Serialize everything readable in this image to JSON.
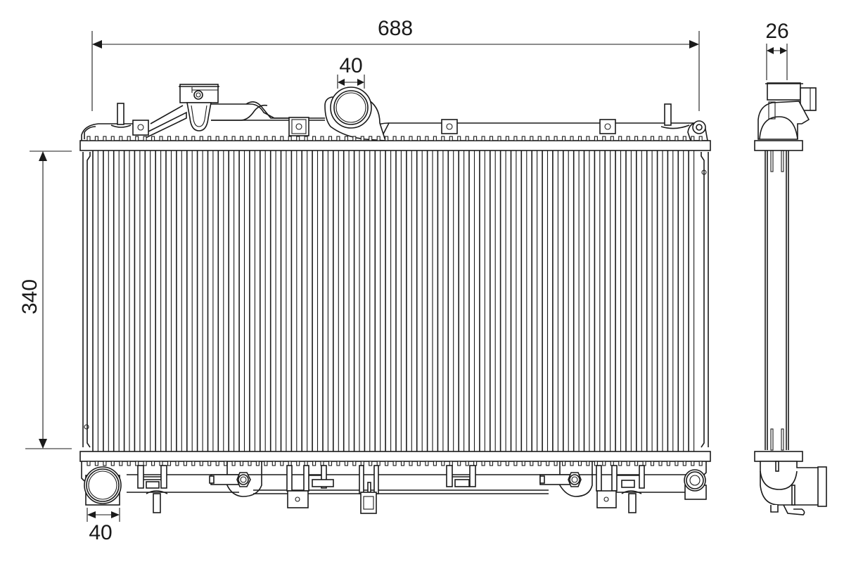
{
  "drawing": {
    "subject": "Radiator technical drawing",
    "units": "mm",
    "stroke_color": "#1a1a1a",
    "background_color": "#ffffff",
    "views": {
      "front": {
        "label": "front-view",
        "fin_count_visual": 116
      },
      "side": {
        "label": "side-view"
      }
    },
    "dimensions": {
      "overall_width": {
        "value": "688",
        "orientation": "horizontal"
      },
      "core_height": {
        "value": "340",
        "orientation": "vertical"
      },
      "inlet_diameter": {
        "value": "40",
        "orientation": "horizontal",
        "position": "top"
      },
      "outlet_diameter": {
        "value": "40",
        "orientation": "horizontal",
        "position": "bottom-left"
      },
      "core_depth": {
        "value": "26",
        "orientation": "horizontal",
        "position": "side-view-top"
      }
    }
  }
}
